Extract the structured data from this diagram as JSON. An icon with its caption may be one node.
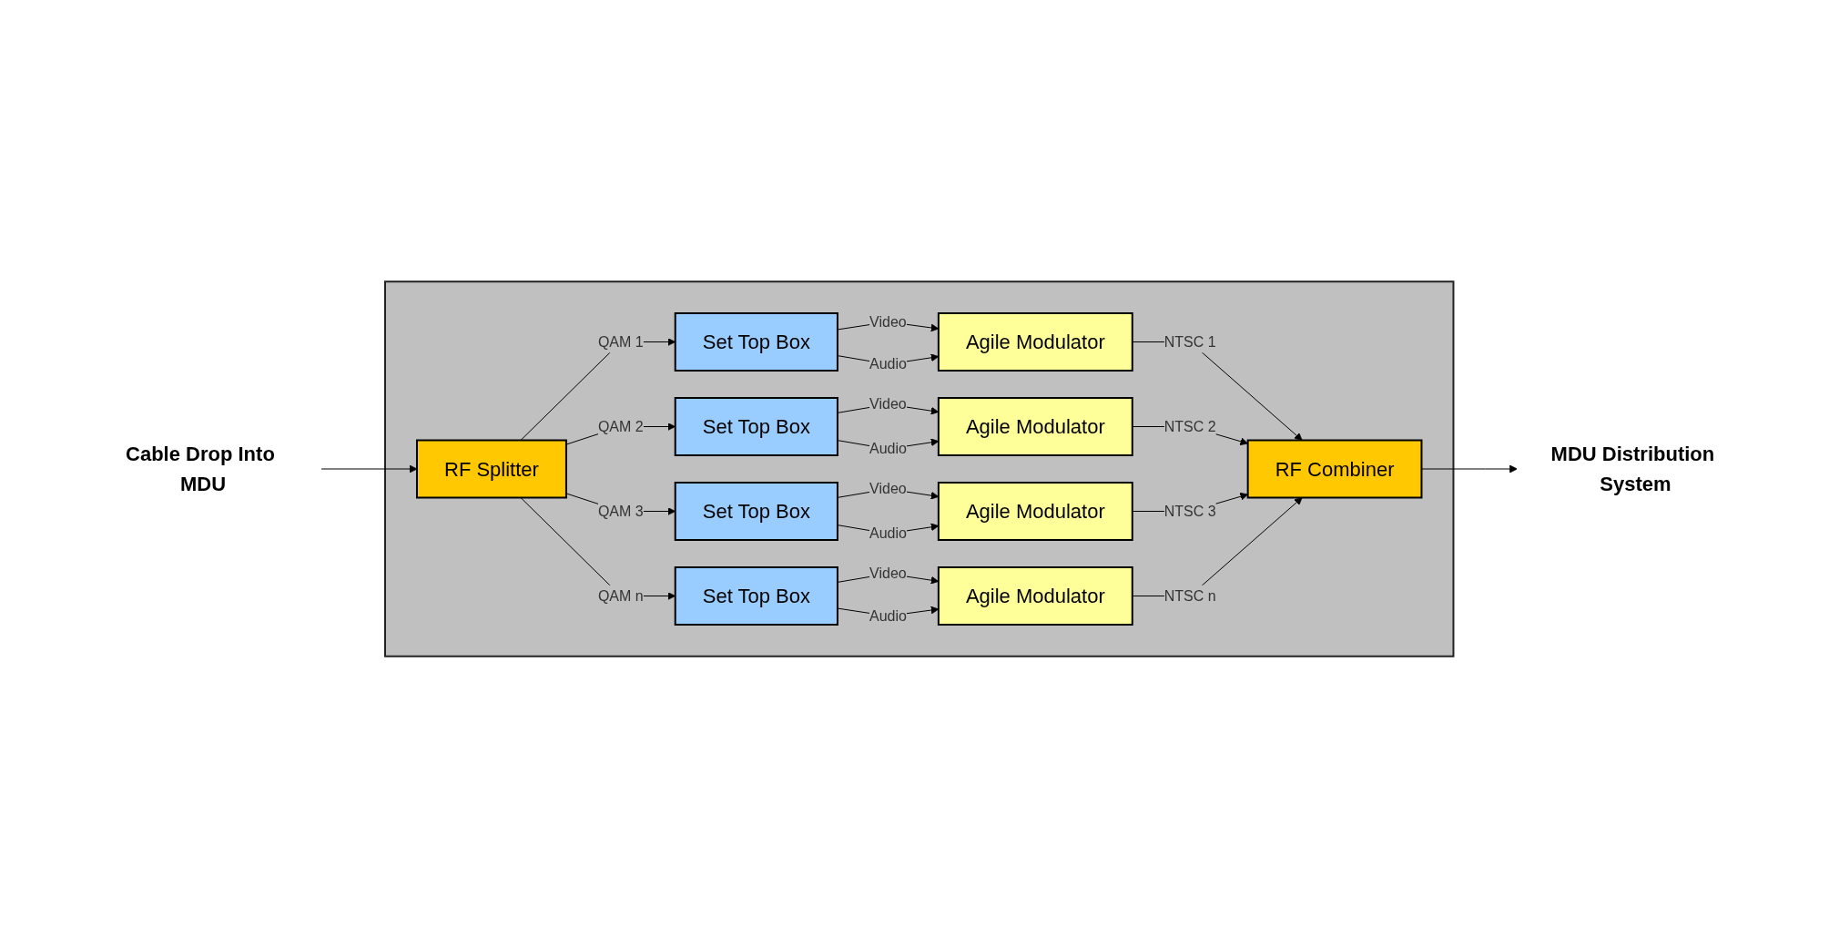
{
  "diagram": {
    "nodes": [
      {
        "text": [],
        "shape": "box"
      },
      {
        "text": [
          "Cable Drop Into MDU"
        ]
      },
      {
        "text": [
          "RF Splitter"
        ],
        "in": 0
      },
      {
        "text": [
          "Set Top Box"
        ],
        "in": 0
      },
      {
        "text": [
          "Agile Modulator"
        ],
        "in": 0
      },
      {
        "text": [
          "Set Top Box"
        ],
        "in": 0
      },
      {
        "text": [
          "Agile Modulator"
        ],
        "in": 0
      },
      {
        "text": [
          "Set Top Box"
        ],
        "in": 0
      },
      {
        "text": [
          "Agile Modulator"
        ],
        "in": 0
      },
      {
        "text": [
          "Set Top Box"
        ],
        "in": 0
      },
      {
        "text": [
          "Agile Modulator"
        ],
        "in": 0
      },
      {
        "text": [
          "RF Combiner"
        ],
        "in": 0
      },
      {
        "text": [
          "MDU Distribution System"
        ]
      }
    ],
    "edges": [
      {
        "from": 1,
        "to": 2,
        "arrow": "to"
      },
      {
        "from": 2,
        "to": 3,
        "label": "QAM 1",
        "arrow": "to"
      },
      {
        "from": 3,
        "to": 4,
        "label": "Video",
        "arrow": "to"
      },
      {
        "from": 3,
        "to": 4,
        "label": "Audio",
        "arrow": "to"
      },
      {
        "from": 4,
        "to": 11,
        "label": "NTSC 1",
        "arrow": "to"
      },
      {
        "from": 2,
        "to": 5,
        "label": "QAM 2",
        "arrow": "to"
      },
      {
        "from": 5,
        "to": 6,
        "label": "Video",
        "arrow": "to"
      },
      {
        "from": 5,
        "to": 6,
        "label": "Audio",
        "arrow": "to"
      },
      {
        "from": 6,
        "to": 11,
        "label": "NTSC 2",
        "arrow": "to"
      },
      {
        "from": 2,
        "to": 7,
        "label": "QAM 3",
        "arrow": "to"
      },
      {
        "from": 7,
        "to": 8,
        "label": "Video",
        "arrow": "to"
      },
      {
        "from": 7,
        "to": 8,
        "label": "Audio",
        "arrow": "to"
      },
      {
        "from": 8,
        "to": 11,
        "label": "NTSC 3",
        "arrow": "to"
      },
      {
        "from": 2,
        "to": 9,
        "label": "QAM n",
        "arrow": "to"
      },
      {
        "from": 9,
        "to": 10,
        "label": "Video",
        "arrow": "to"
      },
      {
        "from": 9,
        "to": 10,
        "label": "Audio",
        "arrow": "to"
      },
      {
        "from": 10,
        "to": 11,
        "label": "NTSC n",
        "arrow": "to"
      },
      {
        "from": 11,
        "to": 12,
        "arrow": "to"
      }
    ]
  }
}
